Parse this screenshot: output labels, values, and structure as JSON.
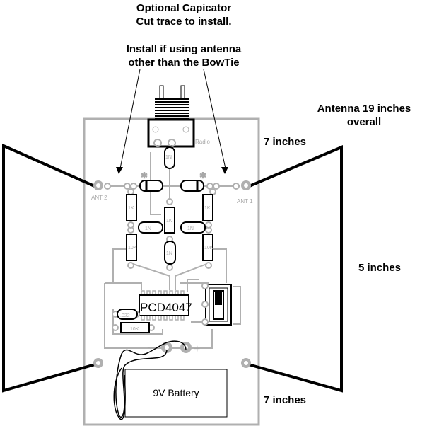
{
  "annotations": {
    "capacitor_title": "Optional Capicator",
    "capacitor_sub": "Cut trace to install.",
    "install_line1": "Install if using antenna",
    "install_line2": "other than the BowTie",
    "antenna_line1": "Antenna 19 inches",
    "antenna_line2": "overall",
    "top_length": "7 inches",
    "height": "5 inches",
    "bottom_length": "7 inches"
  },
  "board": {
    "connector_label": "Radio",
    "ant_left": "ANT 2",
    "ant_right": "ANT 1",
    "ic_label": "PCD4047",
    "battery_label": "9V Battery",
    "battery_minus": "−",
    "battery_plus": "+",
    "diode_marker": "✱",
    "components": {
      "r_left_top": "1K",
      "r_right_top": "1K",
      "r_center": "1K",
      "r_left_bottom": "10K",
      "r_right_bottom": "10K",
      "r_bottom": "10K",
      "d_top": "1N",
      "d_left": "1N",
      "d_right": "1N",
      "d_center": "1N",
      "cap": ".022"
    }
  },
  "colors": {
    "trace": "#b0b0b0",
    "ink": "#000000",
    "background": "#ffffff"
  }
}
